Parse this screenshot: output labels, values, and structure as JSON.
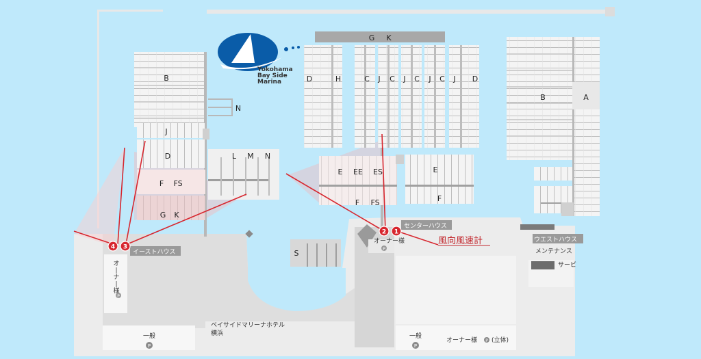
{
  "logo": {
    "line1": "Yokohama",
    "line2": "Bay Side",
    "line3": "Marina"
  },
  "pier_labels": {
    "west_b": "B",
    "west_j": "J",
    "west_d": "D",
    "west_f": "F",
    "west_fs": "FS",
    "west_g": "G",
    "west_k": "K",
    "n_small": "N",
    "lmn_l": "L",
    "lmn_m": "M",
    "lmn_n": "N",
    "top_g": "G",
    "top_k": "K",
    "center_d": "D",
    "center_h": "H",
    "center_c1": "C",
    "center_j1": "J",
    "center_c2": "C",
    "center_j2": "J",
    "center_c3": "C",
    "center_j3": "J",
    "center_c4": "C",
    "center_j4": "J",
    "center_d2": "D",
    "mid_e": "E",
    "mid_ee": "EE",
    "mid_es": "ES",
    "mid_f": "F",
    "mid_fs": "FS",
    "right_e": "E",
    "right_f": "F",
    "east_b": "B",
    "east_a": "A",
    "s_block": "S"
  },
  "places": {
    "center_house": "センターハウス",
    "west_house": "ウエストハウス",
    "east_house": "イーストハウス",
    "owner_center": "オーナー様",
    "owner_east": "オーナー様",
    "maintenance": "メンテナンス",
    "service": "サービ",
    "hotel_line1": "ベイサイドマリーナホテル",
    "hotel_line2": "横浜",
    "general_left": "一般",
    "general_mid": "一般",
    "owner_3d": "オーナー様",
    "owner_3d_suffix": "(立体)",
    "wind_link": "風向風速計",
    "parking": "P"
  },
  "cameras": [
    "1",
    "2",
    "3",
    "4"
  ],
  "colors": {
    "water": "#bfe9fb",
    "land": "#e6e6e6",
    "pier": "#f3f3f3",
    "camera": "#d7262e",
    "view": "#f2c2c4",
    "logo": "#0a5ca8",
    "tag_bg": "#9a9a9a"
  }
}
